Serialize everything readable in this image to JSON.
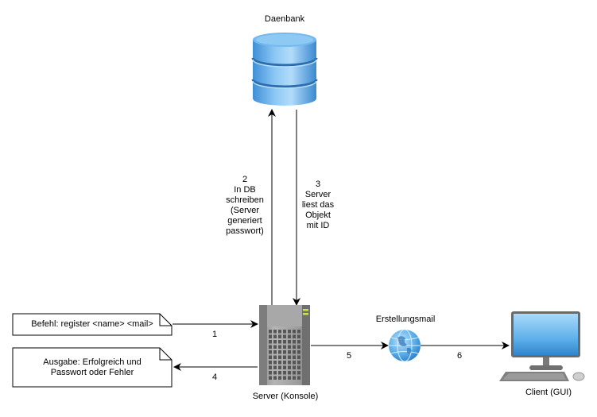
{
  "nodes": {
    "database": {
      "label": "Daenbank",
      "icon": "database-icon"
    },
    "server": {
      "label": "Server (Konsole)",
      "icon": "server-tower-icon"
    },
    "mail": {
      "label": "Erstellungsmail",
      "icon": "globe-icon"
    },
    "client": {
      "label": "Client (GUI)",
      "icon": "desktop-computer-icon"
    }
  },
  "notes": {
    "command": {
      "text": "Befehl: register <name> <mail>"
    },
    "output": {
      "text": "Ausgabe: Erfolgreich und\nPasswort oder Fehler"
    }
  },
  "edges": [
    {
      "id": "1",
      "label": "1",
      "from": "command",
      "to": "server"
    },
    {
      "id": "2",
      "label": "2\nIn DB\nschreiben\n(Server\ngeneriert\npasswort)",
      "from": "server",
      "to": "database"
    },
    {
      "id": "3",
      "label": "3\nServer\nliest das\nObjekt\nmit ID",
      "from": "database",
      "to": "server"
    },
    {
      "id": "4",
      "label": "4",
      "from": "server",
      "to": "output"
    },
    {
      "id": "5",
      "label": "5",
      "from": "server",
      "to": "mail"
    },
    {
      "id": "6",
      "label": "6",
      "from": "mail",
      "to": "client"
    }
  ]
}
